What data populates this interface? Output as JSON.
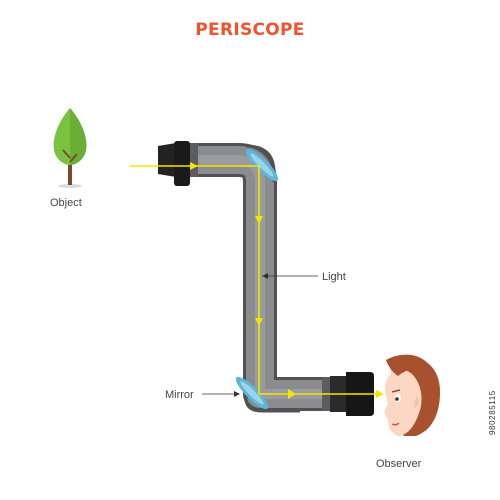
{
  "title": "PERISCOPE",
  "labels": {
    "object": "Object",
    "light": "Light",
    "mirror": "Mirror",
    "observer": "Observer"
  },
  "stock_code": "980285115",
  "colors": {
    "title": "#f0532d",
    "tube": "#8a8c8e",
    "tube_outline": "#55575a",
    "eyepiece": "#222222",
    "light_ray": "#f6e500",
    "mirror": "#5fb6d8",
    "leaf": "#7cc242",
    "trunk": "#7a4a2a",
    "hair": "#a9502f",
    "skin": "#fbd7c4"
  },
  "icons": [
    "tree-icon",
    "mirror-icon",
    "eyepiece-icon",
    "observer-face-icon",
    "arrow-icon"
  ]
}
